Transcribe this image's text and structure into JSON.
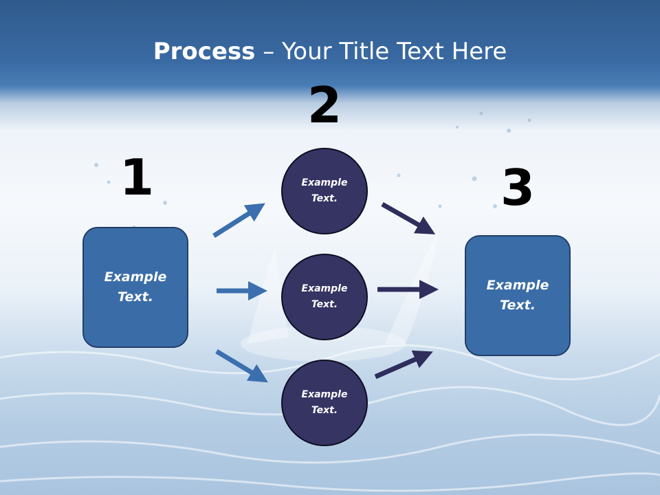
{
  "title": {
    "bold": "Process",
    "rest": " – Your Title Text Here"
  },
  "numbers": [
    "1",
    "2",
    "3"
  ],
  "left_box": {
    "text": "Example\nText."
  },
  "right_box": {
    "text": "Example\nText."
  },
  "circles": [
    {
      "text": "Example\nText."
    },
    {
      "text": "Example\nText."
    },
    {
      "text": "Example\nText."
    }
  ],
  "colors": {
    "box_fill": "#3a6da8",
    "circle_fill": "#353463",
    "left_arrows": "#3b6fae",
    "right_arrows": "#2e2d5c"
  }
}
